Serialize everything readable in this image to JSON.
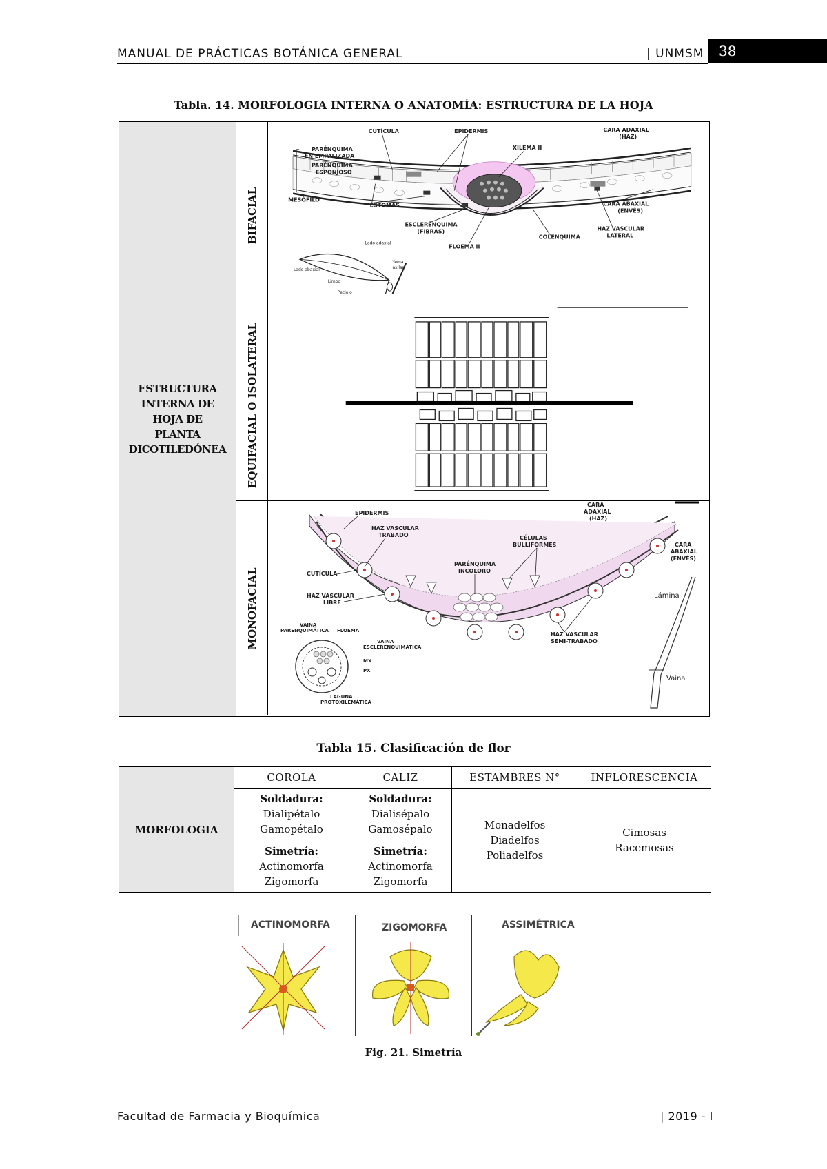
{
  "header": {
    "title": "MANUAL DE PRÁCTICAS BOTÁNICA GENERAL",
    "org": "| UNMSM",
    "page_number": "38"
  },
  "table14": {
    "caption": "Tabla. 14. MORFOLOGIA INTERNA O ANATOMÍA: ESTRUCTURA DE LA HOJA",
    "row_header": "ESTRUCTURA\nINTERNA DE\nHOJA DE\nPLANTA\nDICOTILEDÓNEA",
    "rows": [
      {
        "label": "BIFACIAL",
        "annotations": {
          "cuticula": "CUTÍCULA",
          "epidermis": "EPIDERMIS",
          "cara_adaxial": "CARA ADAXIAL",
          "haz": "(HAZ)",
          "xilema": "XILEMA II",
          "par_empalizada_1": "PARÉNQUIMA",
          "par_empalizada_2": "EN EMPALIZADA",
          "par_esponjoso_1": "PARÉNQUIMA",
          "par_esponjoso_2": "ESPONJOSO",
          "mesofilo": "MESÓFILO",
          "estomas": "ESTOMAS",
          "cara_abaxial": "CARA ABAXIAL",
          "enves": "(ENVÉS)",
          "esclerenquima": "ESCLERÉNQUIMA",
          "fibras": "(FIBRAS)",
          "colenquima": "COLÉNQUIMA",
          "haz_vascular_1": "HAZ VASCULAR",
          "haz_vascular_2": "LATERAL",
          "floema": "FLOEMA II",
          "lado_adaxial": "Lado adaxial",
          "lado_abaxial": "Lado abaxial",
          "yema_1": "Yema",
          "yema_2": "axilar",
          "limbo": "Limbo",
          "peciolo": "Peciolo"
        }
      },
      {
        "label": "EQUIFACIAL O ISOLATERAL"
      },
      {
        "label": "MONOFACIAL",
        "annotations": {
          "epidermis": "EPIDERMIS",
          "cara_adaxial_1": "CARA",
          "cara_adaxial_2": "ADAXIAL",
          "haz": "(HAZ)",
          "haz_trabado_1": "HAZ VASCULAR",
          "haz_trabado_2": "TRABADO",
          "bulliformes_1": "CÉLULAS",
          "bulliformes_2": "BULLIFORMES",
          "cara_abaxial_1": "CARA",
          "cara_abaxial_2": "ABAXIAL",
          "enves": "(ENVÉS)",
          "incoloro_1": "PARÉNQUIMA",
          "incoloro_2": "INCOLORO",
          "cuticula": "CUTÍCULA",
          "haz_libre_1": "HAZ VASCULAR",
          "haz_libre_2": "LIBRE",
          "lamina": "Lámina",
          "vaina_par_1": "VAINA",
          "vaina_par_2": "PARENQUIMÁTICA",
          "floema": "FLOEMA",
          "vaina_esc_1": "VAINA",
          "vaina_esc_2": "ESCLERENQUIMÁTICA",
          "mx": "MX",
          "px": "PX",
          "laguna_1": "LAGUNA",
          "laguna_2": "PROTOXILEMÁTICA",
          "semi_1": "HAZ VASCULAR",
          "semi_2": "SEMI-TRABADO",
          "vaina": "Vaina"
        }
      }
    ]
  },
  "table15": {
    "caption": "Tabla 15. Clasificación de flor",
    "row_header": "MORFOLOGIA",
    "columns": [
      "COROLA",
      "CALIZ",
      "ESTAMBRES N°",
      "INFLORESCENCIA"
    ],
    "corola": {
      "soldadura_label": "Soldadura:",
      "soldadura": [
        "Dialipétalo",
        "Gamopétalo"
      ],
      "simetria_label": "Simetría:",
      "simetria": [
        "Actinomorfa",
        "Zigomorfa"
      ]
    },
    "caliz": {
      "soldadura_label": "Soldadura:",
      "soldadura": [
        "Dialisépalo",
        "Gamosépalo"
      ],
      "simetria_label": "Simetría:",
      "simetria": [
        "Actinomorfa",
        "Zigomorfa"
      ]
    },
    "estambres": [
      "Monadelfos",
      "Diadelfos",
      "Poliadelfos"
    ],
    "inflorescencia": [
      "Cimosas",
      "Racemosas"
    ]
  },
  "figure21": {
    "labels": [
      "ACTINOMORFA",
      "ZIGOMORFA",
      "ASSIMÉTRICA"
    ],
    "caption": "Fig. 21. Simetría",
    "colors": {
      "petal": "#f5e84a",
      "outline": "#8a7a10",
      "axis": "#b0302a"
    }
  },
  "footer": {
    "left": "Facultad de Farmacia y Bioquímica",
    "right": "| 2019 - I"
  }
}
